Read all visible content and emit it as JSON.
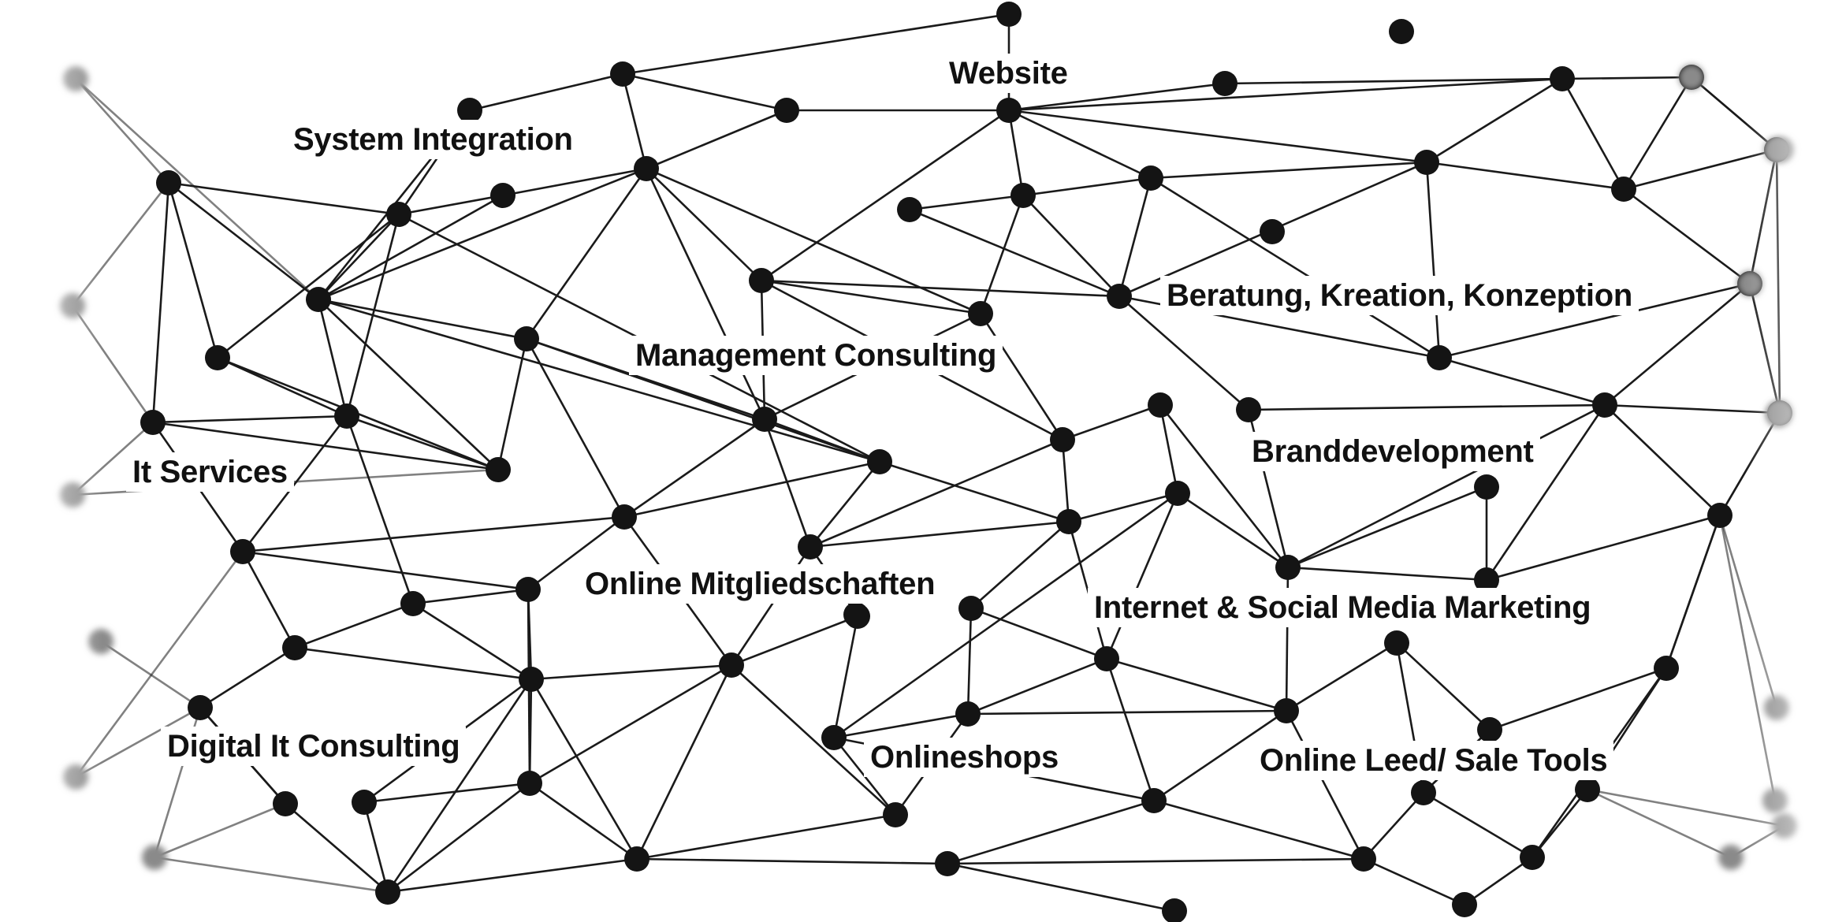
{
  "labels": {
    "website": "Website",
    "system_integration": "System Integration",
    "management_consulting": "Management Consulting",
    "beratung": "Beratung, Kreation, Konzeption",
    "it_services": "It Services",
    "branddevelopment": "Branddevelopment",
    "online_mitgliedschaften": "Online Mitgliedschaften",
    "internet_social": "Internet & Social Media Marketing",
    "digital_it_consulting": "Digital It Consulting",
    "onlineshops": "Onlineshops",
    "online_leed": "Online Leed/ Sale Tools"
  },
  "colors": {
    "node": "#141414",
    "edge": "#1a1a1a",
    "faded_node": "#8a8a8a",
    "background": "#ffffff"
  }
}
